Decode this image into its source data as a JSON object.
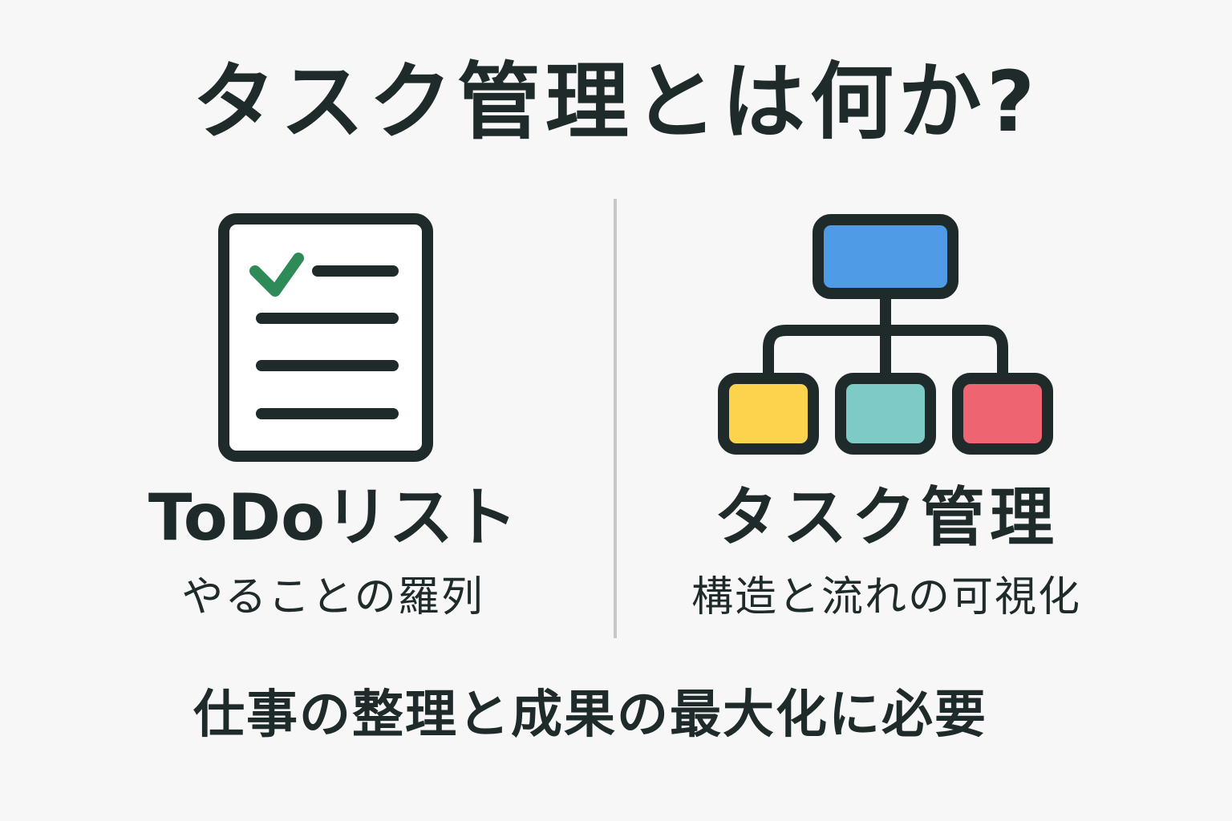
{
  "title": "タスク管理とは何か?",
  "left": {
    "label": "ToDoリスト",
    "sub": "やることの羅列",
    "icon": "checklist-icon"
  },
  "right": {
    "label": "タスク管理",
    "sub": "構造と流れの可視化",
    "icon": "hierarchy-icon"
  },
  "bottom": "仕事の整理と成果の最大化に必要",
  "colors": {
    "ink": "#1f2a2a",
    "check": "#2e8a57",
    "top_node": "#4f9be6",
    "node_yellow": "#fbd34d",
    "node_teal": "#7ecac6",
    "node_red": "#ee6470",
    "divider": "#c8c8c8"
  }
}
